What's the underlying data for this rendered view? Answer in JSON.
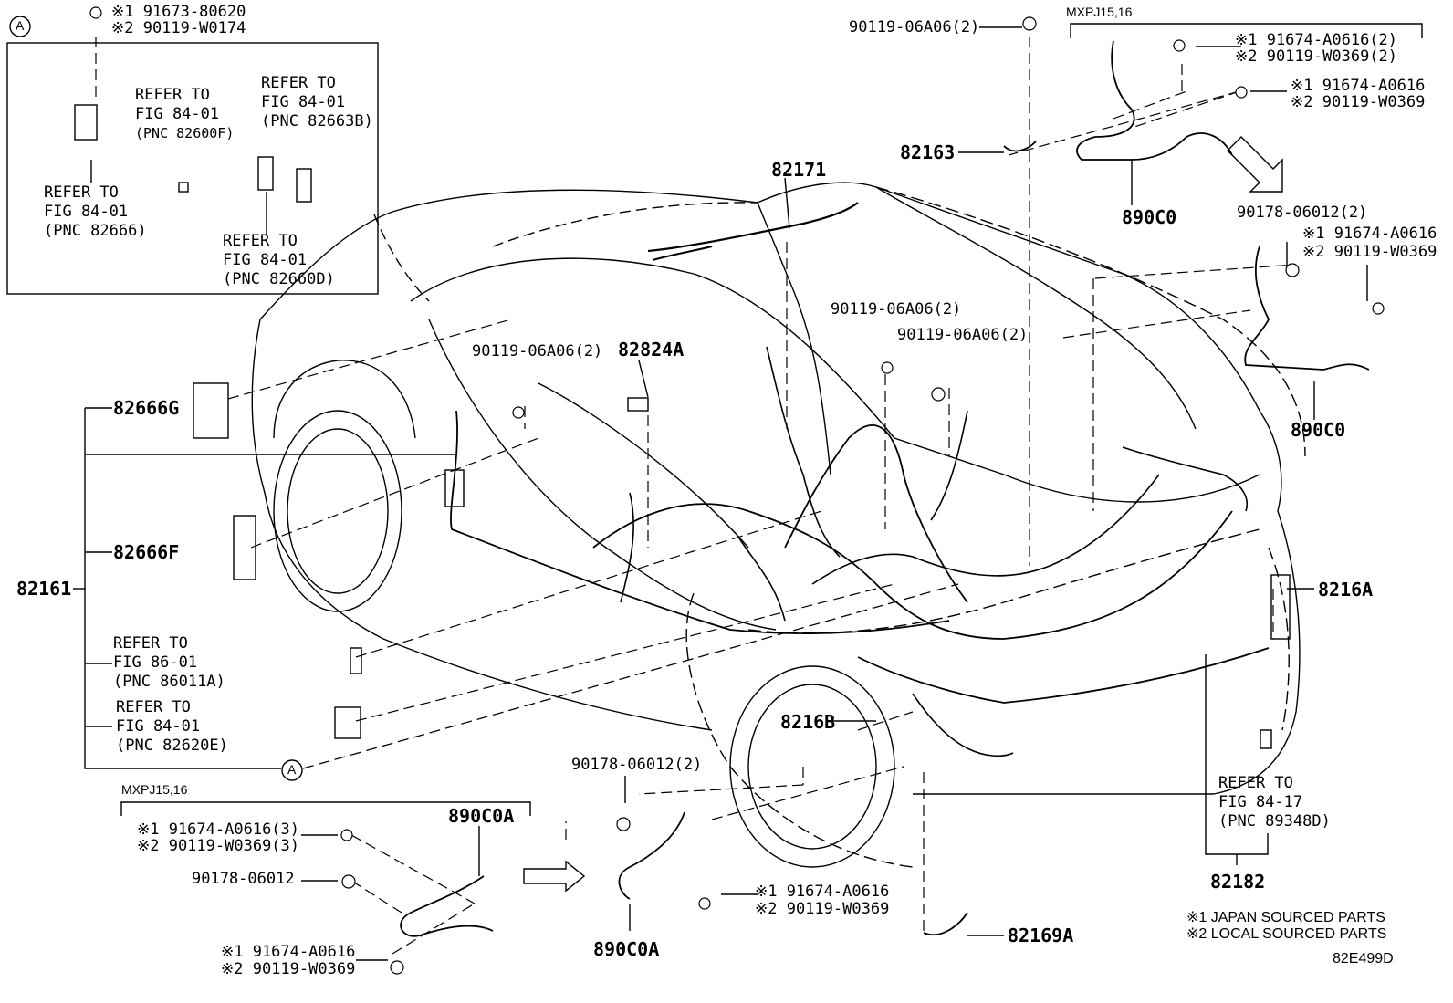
{
  "diagram_code": "82E499D",
  "callout_circle": "A",
  "group_labels": {
    "top_right": "MXPJ15,16",
    "bottom_left": "MXPJ15,16"
  },
  "legend": {
    "line1": "※1 JAPAN SOURCED PARTS",
    "line2": "※2 LOCAL SOURCED PARTS"
  },
  "inset_refs": {
    "r1": [
      "REFER TO",
      "FIG 84-01",
      "(PNC 82600F)"
    ],
    "r2": [
      "REFER TO",
      "FIG 84-01",
      "(PNC 82663B)"
    ],
    "r3": [
      "REFER TO",
      "FIG 84-01",
      "(PNC 82666)"
    ],
    "r4": [
      "REFER TO",
      "FIG 84-01",
      "(PNC 82660D)"
    ]
  },
  "left_refs": {
    "r5": [
      "REFER TO",
      "FIG 86-01",
      "(PNC 86011A)"
    ],
    "r6": [
      "REFER TO",
      "FIG 84-01",
      "(PNC 82620E)"
    ]
  },
  "right_ref": [
    "REFER TO",
    "FIG 84-17",
    "(PNC 89348D)"
  ],
  "parts": {
    "p82666G": "82666G",
    "p82666F": "82666F",
    "p82161": "82161",
    "p82171": "82171",
    "p82163": "82163",
    "p82824A": "82824A",
    "p890C0_top": "890C0",
    "p890C0_mid": "890C0",
    "p8216A": "8216A",
    "p8216B": "8216B",
    "p82182": "82182",
    "p82169A": "82169A",
    "p890C0A_a": "890C0A",
    "p890C0A_b": "890C0A"
  },
  "fasteners": {
    "top_left_1": "※1 91673-80620",
    "top_left_2": "※2 90119-W0174",
    "center_top": "90119-06A06(2)",
    "cab_a": "90119-06A06(2)",
    "right_a": "90119-06A06(2)",
    "right_b": "90119-06A06(2)",
    "tr_1a": "※1 91674-A0616(2)",
    "tr_1b": "※2 90119-W0369(2)",
    "tr_2a": "※1 91674-A0616",
    "tr_2b": "※2 90119-W0369",
    "mr_grom": "90178-06012(2)",
    "mr_1a": "※1 91674-A0616",
    "mr_1b": "※2 90119-W0369",
    "bl_1a": "※1 91674-A0616(3)",
    "bl_1b": "※2 90119-W0369(3)",
    "bl_grom": "90178-06012",
    "bl_2a": "※1 91674-A0616",
    "bl_2b": "※2 90119-W0369",
    "bc_grom": "90178-06012(2)",
    "bc_1a": "※1 91674-A0616",
    "bc_1b": "※2 90119-W0369"
  }
}
